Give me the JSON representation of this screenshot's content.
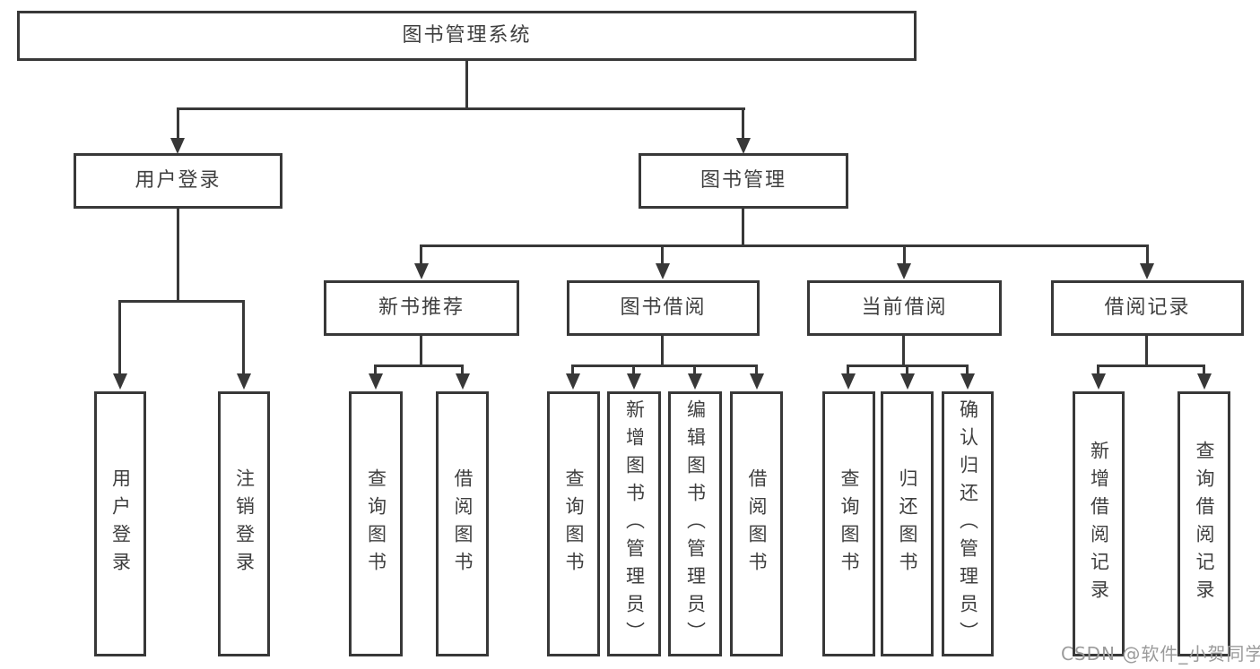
{
  "diagram": {
    "root": {
      "label": "图书管理系统",
      "children": [
        {
          "label": "用户登录",
          "children": [
            {
              "label": "用户登录"
            },
            {
              "label": "注销登录"
            }
          ]
        },
        {
          "label": "图书管理",
          "children": [
            {
              "label": "新书推荐",
              "children": [
                {
                  "label": "查询图书"
                },
                {
                  "label": "借阅图书"
                }
              ]
            },
            {
              "label": "图书借阅",
              "children": [
                {
                  "label": "查询图书"
                },
                {
                  "label": "新增图书（管理员）"
                },
                {
                  "label": "编辑图书（管理员）"
                },
                {
                  "label": "借阅图书"
                }
              ]
            },
            {
              "label": "当前借阅",
              "children": [
                {
                  "label": "查询图书"
                },
                {
                  "label": "归还图书"
                },
                {
                  "label": "确认归还（管理员）"
                }
              ]
            },
            {
              "label": "借阅记录",
              "children": [
                {
                  "label": "新增借阅记录"
                },
                {
                  "label": "查询借阅记录"
                }
              ]
            }
          ]
        }
      ]
    }
  },
  "watermark": {
    "text": "CSDN @软件_小贺同学"
  },
  "colors": {
    "line": "#383838",
    "box_border": "#383838",
    "text": "#3f3f3f",
    "background": "#ffffff",
    "watermark": "#9b9b9b"
  }
}
